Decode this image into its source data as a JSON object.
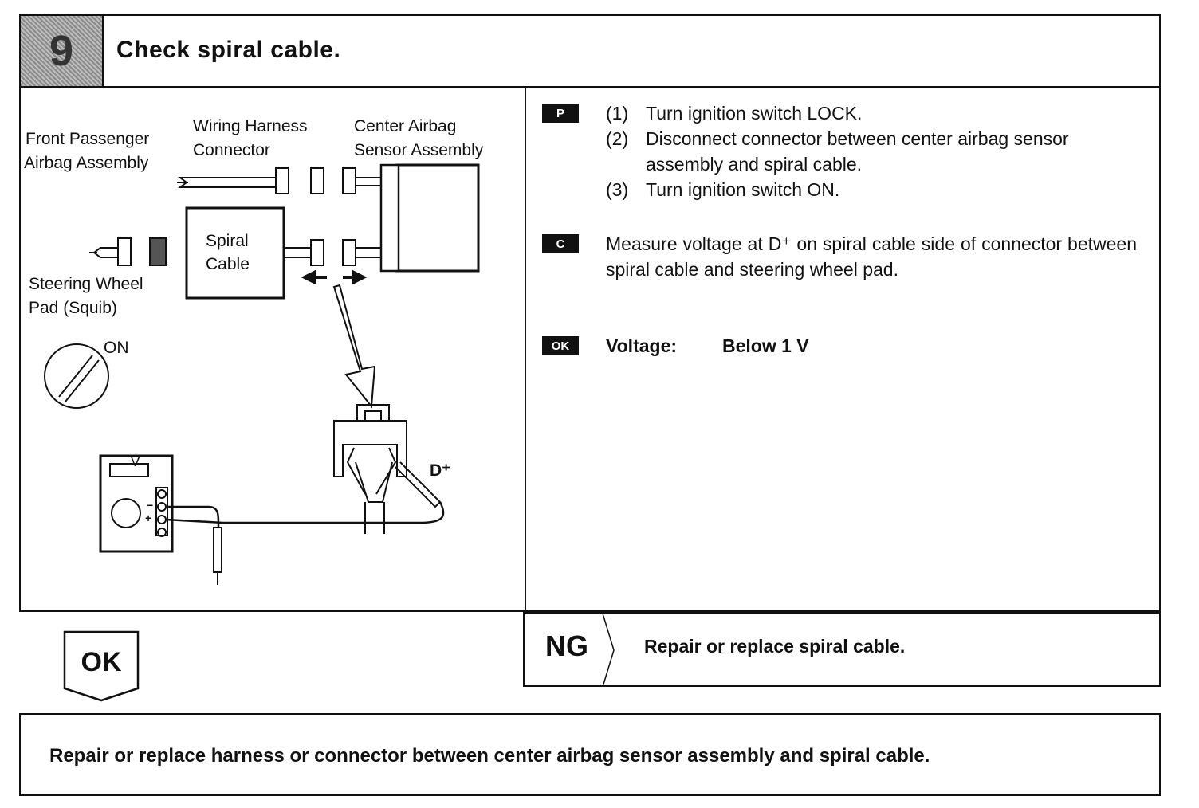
{
  "header": {
    "step_number": "9",
    "title": "Check spiral cable."
  },
  "diagram": {
    "labels": {
      "front_passenger_line1": "Front Passenger",
      "front_passenger_line2": "Airbag Assembly",
      "wiring_harness_line1": "Wiring Harness",
      "wiring_harness_line2": "Connector",
      "center_airbag_line1": "Center Airbag",
      "center_airbag_line2": "Sensor Assembly",
      "spiral_cable_line1": "Spiral",
      "spiral_cable_line2": "Cable",
      "steering_wheel_line1": "Steering Wheel",
      "steering_wheel_line2": "Pad (Squib)",
      "ignition_on": "ON",
      "meter_unit": "V",
      "meter_minus": "−",
      "meter_plus": "+",
      "terminal": "D⁺"
    }
  },
  "procedure": {
    "p_badge": "P",
    "c_badge": "C",
    "ok_badge": "OK",
    "steps": [
      {
        "num": "(1)",
        "text": "Turn ignition switch LOCK."
      },
      {
        "num": "(2)",
        "text": "Disconnect connector between center airbag sensor assembly and spiral cable."
      },
      {
        "num": "(3)",
        "text": "Turn ignition switch ON."
      }
    ],
    "check_text": "Measure voltage at D⁺ on spiral cable side of connector between spiral cable and steering wheel pad.",
    "spec_label": "Voltage:",
    "spec_value": "Below 1 V"
  },
  "results": {
    "ng_label": "NG",
    "ng_text": "Repair or replace spiral cable.",
    "ok_label": "OK",
    "ok_text": "Repair or replace harness or connector between center airbag sensor assembly and spiral cable."
  }
}
